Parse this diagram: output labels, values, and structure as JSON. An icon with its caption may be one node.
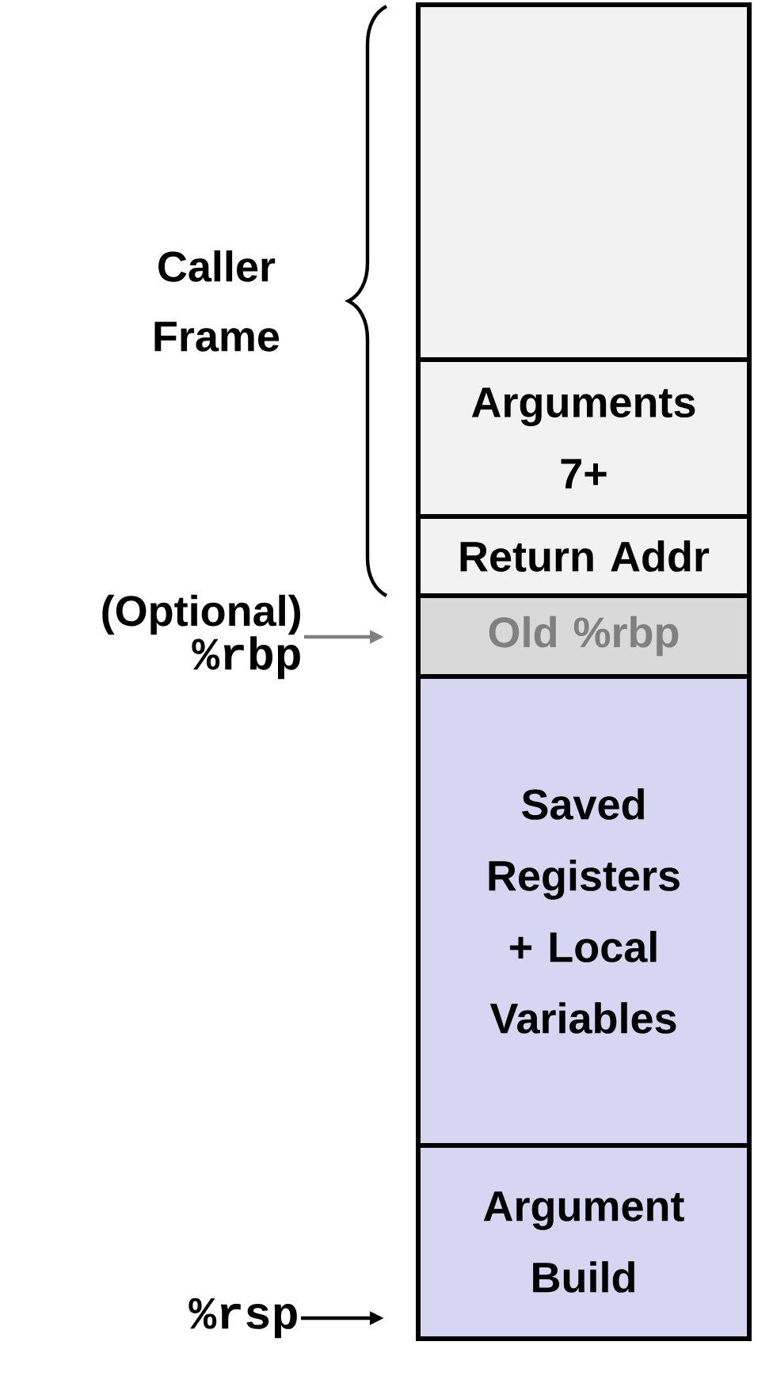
{
  "diagram": {
    "nodes": [
      {
        "text": [],
        "shape": "box"
      },
      {
        "text": [
          "Arguments 7+"
        ]
      },
      {
        "text": [
          "Return Addr"
        ]
      },
      {
        "text": [
          "Old %rbp"
        ]
      },
      {
        "text": [
          "Saved Registers + Local Variables"
        ]
      },
      {
        "text": [
          "Argument Build"
        ]
      },
      {
        "text": [
          "(Optional)",
          "%rbp"
        ]
      },
      {
        "text": [
          "%rsp"
        ]
      }
    ],
    "edges": [
      {
        "from": 6,
        "to": 3,
        "arrow": "to",
        "color": "#808080"
      },
      {
        "from": 7,
        "to": 5,
        "arrow": "to",
        "color": "#000000"
      }
    ],
    "labels": [
      "Caller Frame"
    ]
  }
}
